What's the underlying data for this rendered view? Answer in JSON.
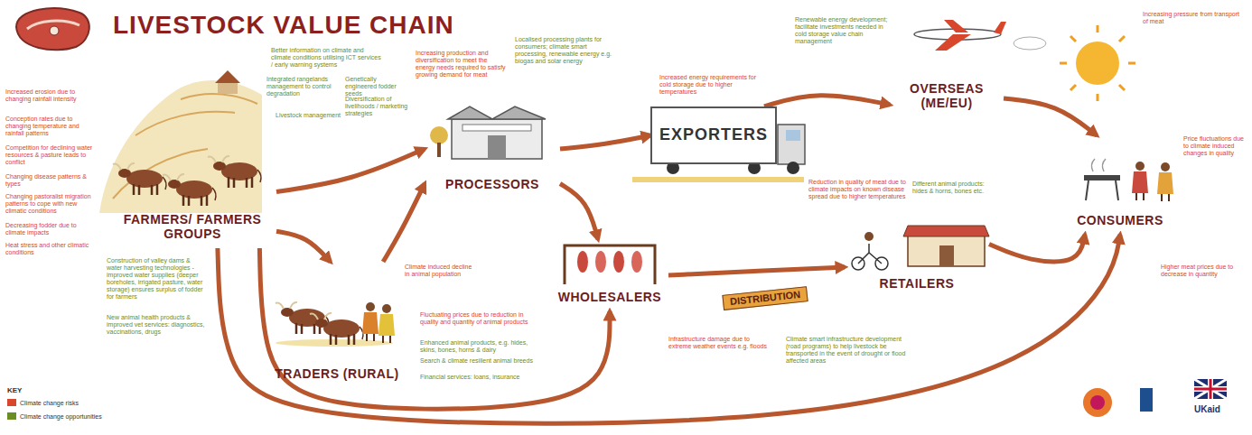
{
  "diagram": {
    "title": "LIVESTOCK VALUE CHAIN",
    "nodes": [
      {
        "text": [
          "FARMERS/ FARMERS GROUPS"
        ]
      },
      {
        "text": [
          "TRADERS (RURAL)"
        ]
      },
      {
        "text": [
          "PROCESSORS"
        ]
      },
      {
        "text": [
          "WHOLESALERS"
        ]
      },
      {
        "text": [
          "EXPORTERS"
        ]
      },
      {
        "text": [
          "OVERSEAS (ME/EU)"
        ]
      },
      {
        "text": [
          "RETAILERS"
        ]
      },
      {
        "text": [
          "CONSUMERS"
        ]
      }
    ],
    "edges": [
      {
        "from": 0,
        "to": 2,
        "arrow": "to"
      },
      {
        "from": 0,
        "to": 1,
        "arrow": "to"
      },
      {
        "from": 1,
        "to": 2,
        "arrow": "to"
      },
      {
        "from": 2,
        "to": 4,
        "arrow": "to"
      },
      {
        "from": 2,
        "to": 3,
        "arrow": "to"
      },
      {
        "from": 3,
        "to": 6,
        "arrow": "to"
      },
      {
        "from": 4,
        "to": 5,
        "arrow": "to"
      },
      {
        "from": 5,
        "to": 7,
        "arrow": "to"
      },
      {
        "from": 6,
        "to": 7,
        "arrow": "to"
      },
      {
        "from": 0,
        "to": 3,
        "arrow": "to"
      },
      {
        "from": 0,
        "to": 7,
        "arrow": "to"
      }
    ],
    "labels": [
      "Increased erosion due to changing rainfall intensity",
      "Conception rates due to changing temperature and rainfall patterns",
      "Competition for declining water resources & pasture leads to conflict",
      "Changing disease patterns & types",
      "Changing pastoralist migration patterns to cope with new climatic conditions",
      "Decreasing fodder due to climate impacts",
      "Heat stress and other climatic conditions",
      "Better information on climate and climate conditions utilising ICT services / early warning systems",
      "Genetically engineered fodder seeds",
      "Integrated rangelands management to control degradation",
      "Diversification of livelihoods / marketing strategies",
      "Livestock management",
      "Construction of valley dams & water harvesting technologies - improved water supplies (deeper boreholes, irrigated pasture, water storage) ensures surplus of fodder for farmers",
      "New animal health products & improved vet services: diagnostics, vaccinations, drugs",
      "Climate induced decline in animal population",
      "Fluctuating prices due to reduction in quality and quantity of animal products",
      "Enhanced animal products, e.g. hides, skins, bones, horns & dairy",
      "Search & climate resilient animal breeds",
      "Financial services: loans, insurance",
      "Increasing production and diversification to meet the energy needs required to satisfy growing demand for meat",
      "Localised processing plants for consumers; climate smart processing, renewable energy e.g. biogas and solar energy",
      "Increased energy requirements for cold storage due to higher temperatures",
      "Renewable energy development; facilitate investments needed in cold storage value chain management",
      "Increasing pressure from transport of meat",
      "Reduction in quality of meat due to climate impacts on known disease spread due to higher temperatures",
      "Different animal products: hides & horns, bones etc.",
      "DISTRIBUTION",
      "Infrastructure damage due to extreme weather events e.g. floods",
      "Climate smart infrastructure development (road programs) to help livestock be transported in the event of drought or flood affected areas",
      "Price fluctuations due to climate induced changes in quality",
      "Higher meat prices due to decrease in quantity",
      "KEY",
      "UKaid"
    ],
    "legend": [
      {
        "text": "Climate change risks",
        "color": "#d8472b"
      },
      {
        "text": "Climate change opportunities",
        "color": "#6b8e23"
      }
    ]
  }
}
